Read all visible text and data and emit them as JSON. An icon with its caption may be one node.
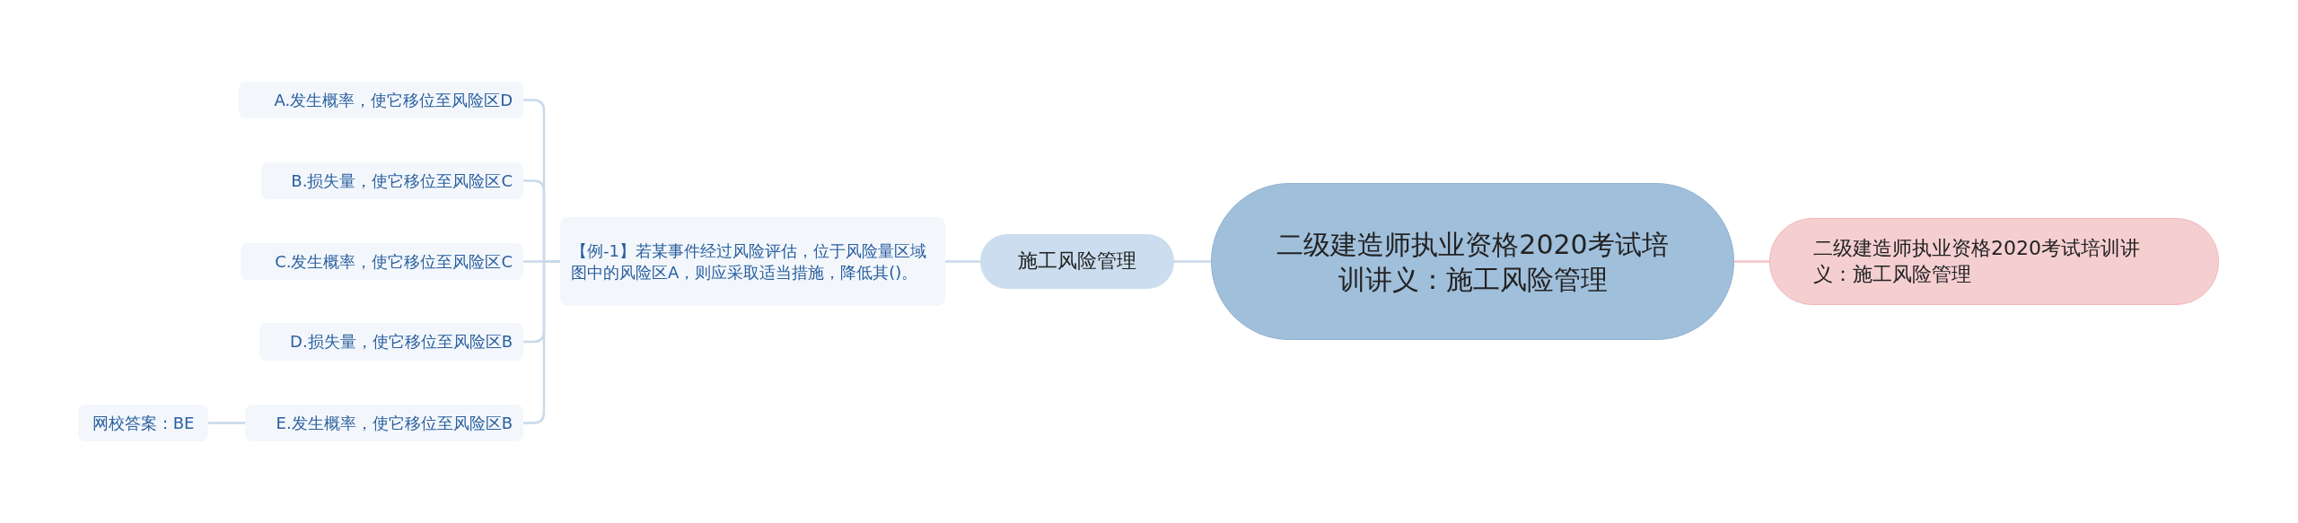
{
  "diagram": {
    "nodes": [
      {
        "text": [
          "二级建造师执业资格2020考试培训讲义：施工风险管理"
        ]
      },
      {
        "text": [
          "二级建造师执业资格2020考试培训讲义：施工风险管理"
        ]
      },
      {
        "text": [
          "施工风险管理"
        ]
      },
      {
        "text": [
          "【例-1】若某事件经过风险评估，位于风险量区域图中的风险区A，则应采取适当措施，降低其()。"
        ]
      },
      {
        "text": [
          "A.发生概率，使它移位至风险区D"
        ]
      },
      {
        "text": [
          "B.损失量，使它移位至风险区C"
        ]
      },
      {
        "text": [
          "C.发生概率，使它移位至风险区C"
        ]
      },
      {
        "text": [
          "D.损失量，使它移位至风险区B"
        ]
      },
      {
        "text": [
          "E.发生概率，使它移位至风险区B"
        ]
      },
      {
        "text": [
          "网校答案：BE"
        ]
      }
    ],
    "edges": [
      {
        "from": 0,
        "to": 1,
        "arrow": "none",
        "color": "#f2c4c4"
      },
      {
        "from": 0,
        "to": 2,
        "arrow": "none"
      },
      {
        "from": 2,
        "to": 3,
        "arrow": "none"
      },
      {
        "from": 3,
        "to": 4,
        "arrow": "none"
      },
      {
        "from": 3,
        "to": 5,
        "arrow": "none"
      },
      {
        "from": 3,
        "to": 6,
        "arrow": "none"
      },
      {
        "from": 3,
        "to": 7,
        "arrow": "none"
      },
      {
        "from": 3,
        "to": 8,
        "arrow": "none"
      },
      {
        "from": 8,
        "to": 9,
        "arrow": "none"
      }
    ]
  }
}
